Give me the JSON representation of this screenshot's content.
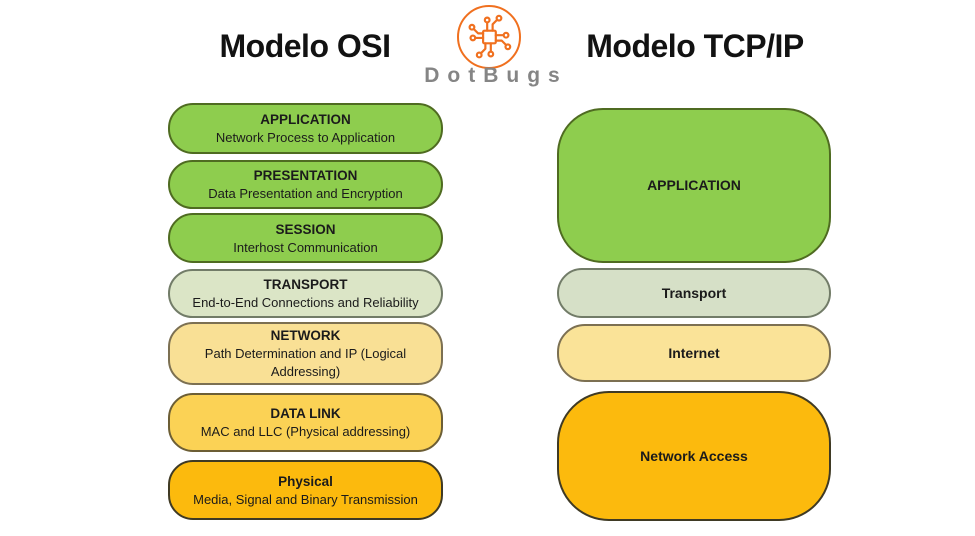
{
  "header": {
    "osi_title": "Modelo OSI",
    "tcpip_title": "Modelo TCP/IP",
    "logo": {
      "text": "DotBugs",
      "accent_color": "#f0701f",
      "text_color": "#858585"
    }
  },
  "colors": {
    "background": "#ffffff",
    "text": "#1b1b1b"
  },
  "osi_column": {
    "layers": [
      {
        "name": "APPLICATION",
        "description": "Network Process to Application",
        "fill": "#8ecd4e",
        "border": "#4f6b21"
      },
      {
        "name": "PRESENTATION",
        "description": "Data Presentation and Encryption",
        "fill": "#8ecd4e",
        "border": "#4f6b21"
      },
      {
        "name": "SESSION",
        "description": "Interhost Communication",
        "fill": "#8ecd4e",
        "border": "#4f6b21"
      },
      {
        "name": "TRANSPORT",
        "description": "End-to-End Connections and Reliability",
        "fill": "#dbe5c6",
        "border": "#727c68"
      },
      {
        "name": "NETWORK",
        "description": "Path Determination and IP (Logical Addressing)",
        "fill": "#f9e095",
        "border": "#7c7052"
      },
      {
        "name": "DATA LINK",
        "description": "MAC and LLC (Physical addressing)",
        "fill": "#fbd255",
        "border": "#6c5e35"
      },
      {
        "name": "Physical",
        "description": "Media, Signal and Binary Transmission",
        "fill": "#fcba0d",
        "border": "#3f3a24"
      }
    ]
  },
  "tcpip_column": {
    "layers": [
      {
        "name": "APPLICATION",
        "fill": "#8ecd4e",
        "border": "#4f6b21"
      },
      {
        "name": "Transport",
        "fill": "#d6e0c7",
        "border": "#727c68"
      },
      {
        "name": "Internet",
        "fill": "#fae398",
        "border": "#7c7052"
      },
      {
        "name": "Network Access",
        "fill": "#fcba0d",
        "border": "#3f3a24"
      }
    ]
  }
}
